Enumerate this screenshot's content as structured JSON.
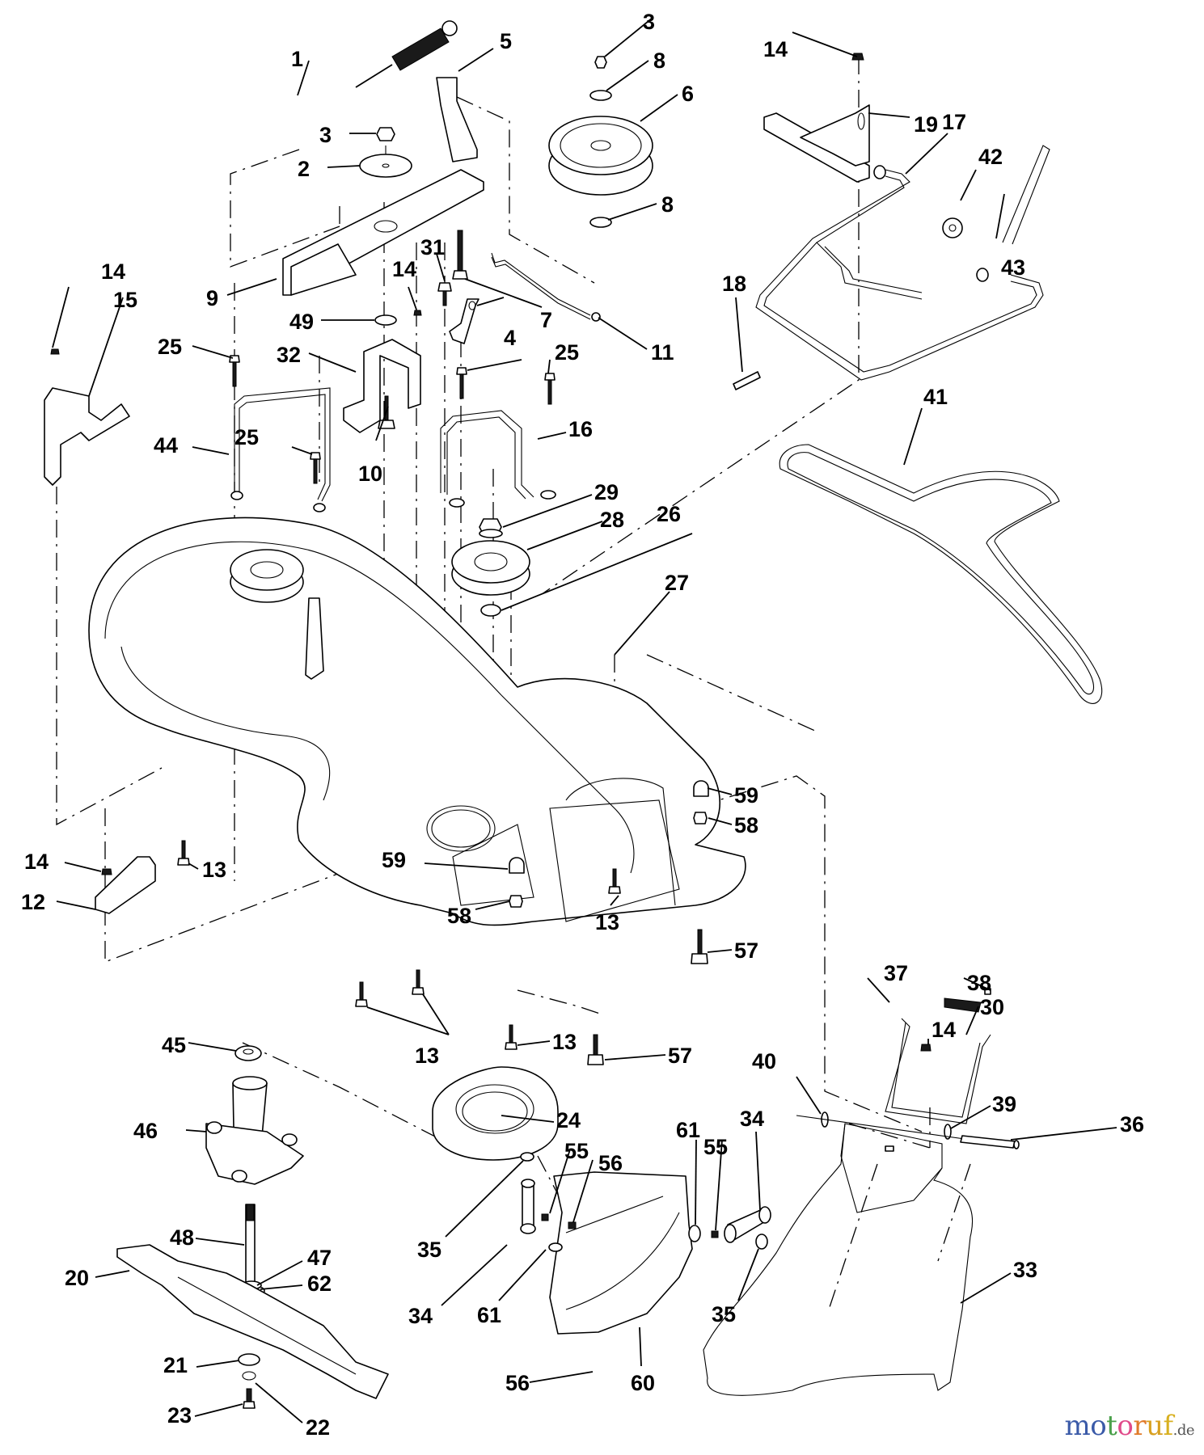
{
  "diagram": {
    "title": "Mower deck exploded parts diagram",
    "watermark": {
      "letters": [
        "m",
        "o",
        "t",
        "o",
        "r",
        "u",
        "f"
      ],
      "tld": ".de"
    },
    "callouts": [
      {
        "id": "c1",
        "number": "1",
        "part": "spring"
      },
      {
        "id": "c2",
        "number": "2",
        "part": "washer"
      },
      {
        "id": "c3a",
        "number": "3",
        "part": "nut"
      },
      {
        "id": "c3b",
        "number": "3",
        "part": "nut"
      },
      {
        "id": "c4",
        "number": "4",
        "part": "bracket"
      },
      {
        "id": "c5",
        "number": "5",
        "part": "idler arm"
      },
      {
        "id": "c6",
        "number": "6",
        "part": "idler pulley"
      },
      {
        "id": "c7",
        "number": "7",
        "part": "bolt"
      },
      {
        "id": "c8a",
        "number": "8",
        "part": "washer"
      },
      {
        "id": "c8b",
        "number": "8",
        "part": "washer"
      },
      {
        "id": "c9",
        "number": "9",
        "part": "idler bracket"
      },
      {
        "id": "c10",
        "number": "10",
        "part": "bolt"
      },
      {
        "id": "c11",
        "number": "11",
        "part": "rod"
      },
      {
        "id": "c12",
        "number": "12",
        "part": "hanger bracket"
      },
      {
        "id": "c13a",
        "number": "13",
        "part": "bolt"
      },
      {
        "id": "c13b",
        "number": "13",
        "part": "bolt"
      },
      {
        "id": "c13c",
        "number": "13",
        "part": "bolt"
      },
      {
        "id": "c13d",
        "number": "13",
        "part": "bolt"
      },
      {
        "id": "c14a",
        "number": "14",
        "part": "nut"
      },
      {
        "id": "c14b",
        "number": "14",
        "part": "nut"
      },
      {
        "id": "c14c",
        "number": "14",
        "part": "nut"
      },
      {
        "id": "c14d",
        "number": "14",
        "part": "nut"
      },
      {
        "id": "c14e",
        "number": "14",
        "part": "nut"
      },
      {
        "id": "c15",
        "number": "15",
        "part": "bracket"
      },
      {
        "id": "c16",
        "number": "16",
        "part": "belt guard"
      },
      {
        "id": "c17",
        "number": "17",
        "part": "hanger frame"
      },
      {
        "id": "c18",
        "number": "18",
        "part": "pin"
      },
      {
        "id": "c19",
        "number": "19",
        "part": "front bracket"
      },
      {
        "id": "c20",
        "number": "20",
        "part": "blade"
      },
      {
        "id": "c21",
        "number": "21",
        "part": "washer"
      },
      {
        "id": "c22",
        "number": "22",
        "part": "lock washer"
      },
      {
        "id": "c23",
        "number": "23",
        "part": "bolt"
      },
      {
        "id": "c24",
        "number": "24",
        "part": "pulley cover"
      },
      {
        "id": "c25a",
        "number": "25",
        "part": "bolt"
      },
      {
        "id": "c25b",
        "number": "25",
        "part": "bolt"
      },
      {
        "id": "c25c",
        "number": "25",
        "part": "bolt"
      },
      {
        "id": "c26",
        "number": "26",
        "part": "washer"
      },
      {
        "id": "c27",
        "number": "27",
        "part": "deck housing"
      },
      {
        "id": "c28",
        "number": "28",
        "part": "spindle pulley"
      },
      {
        "id": "c29",
        "number": "29",
        "part": "nut"
      },
      {
        "id": "c30",
        "number": "30",
        "part": "chute bracket"
      },
      {
        "id": "c31",
        "number": "31",
        "part": "bolt"
      },
      {
        "id": "c32",
        "number": "32",
        "part": "belt keeper"
      },
      {
        "id": "c33",
        "number": "33",
        "part": "discharge chute"
      },
      {
        "id": "c34a",
        "number": "34",
        "part": "link"
      },
      {
        "id": "c34b",
        "number": "34",
        "part": "link"
      },
      {
        "id": "c34c",
        "number": "34",
        "part": "link"
      },
      {
        "id": "c35a",
        "number": "35",
        "part": "washer"
      },
      {
        "id": "c35b",
        "number": "35",
        "part": "washer"
      },
      {
        "id": "c35c",
        "number": "35",
        "part": "washer"
      },
      {
        "id": "c36",
        "number": "36",
        "part": "rod"
      },
      {
        "id": "c37",
        "number": "37",
        "part": "spring"
      },
      {
        "id": "c38",
        "number": "38",
        "part": "pin"
      },
      {
        "id": "c39",
        "number": "39",
        "part": "washer"
      },
      {
        "id": "c40",
        "number": "40",
        "part": "washer"
      },
      {
        "id": "c41",
        "number": "41",
        "part": "belt"
      },
      {
        "id": "c42",
        "number": "42",
        "part": "washer"
      },
      {
        "id": "c43",
        "number": "43",
        "part": "hairpin clip"
      },
      {
        "id": "c44",
        "number": "44",
        "part": "belt guard"
      },
      {
        "id": "c45",
        "number": "45",
        "part": "bearing"
      },
      {
        "id": "c46",
        "number": "46",
        "part": "spindle housing"
      },
      {
        "id": "c47",
        "number": "47",
        "part": "bearing"
      },
      {
        "id": "c48",
        "number": "48",
        "part": "spindle shaft"
      },
      {
        "id": "c49",
        "number": "49",
        "part": "washer"
      },
      {
        "id": "c55a",
        "number": "55",
        "part": "nut"
      },
      {
        "id": "c55b",
        "number": "55",
        "part": "nut"
      },
      {
        "id": "c56a",
        "number": "56",
        "part": "screw"
      },
      {
        "id": "c56b",
        "number": "56",
        "part": "screw"
      },
      {
        "id": "c57a",
        "number": "57",
        "part": "bolt"
      },
      {
        "id": "c57b",
        "number": "57",
        "part": "bolt"
      },
      {
        "id": "c58a",
        "number": "58",
        "part": "nut"
      },
      {
        "id": "c58b",
        "number": "58",
        "part": "nut"
      },
      {
        "id": "c59a",
        "number": "59",
        "part": "cap"
      },
      {
        "id": "c59b",
        "number": "59",
        "part": "cap"
      },
      {
        "id": "c60",
        "number": "60",
        "part": "deflector"
      },
      {
        "id": "c61a",
        "number": "61",
        "part": "washer"
      },
      {
        "id": "c61b",
        "number": "61",
        "part": "washer"
      },
      {
        "id": "c62",
        "number": "62",
        "part": "seal"
      }
    ]
  }
}
